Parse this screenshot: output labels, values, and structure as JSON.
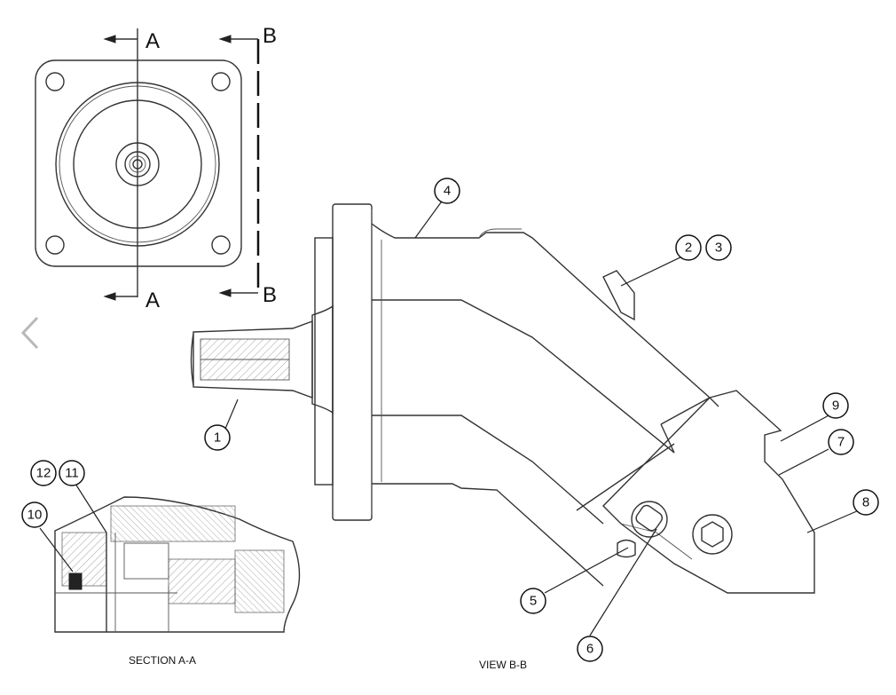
{
  "view_labels": {
    "section_a_letter_top": "A",
    "section_a_letter_bottom": "A",
    "section_b_letter_top": "B",
    "section_b_letter_bottom": "B"
  },
  "captions": {
    "section_aa": "SECTION  A-A",
    "view_bb": "VIEW B-B"
  },
  "callouts": [
    "1",
    "2",
    "3",
    "4",
    "5",
    "6",
    "7",
    "8",
    "9",
    "10",
    "11",
    "12"
  ],
  "nav": {
    "prev_icon": "chevron-left-icon"
  }
}
